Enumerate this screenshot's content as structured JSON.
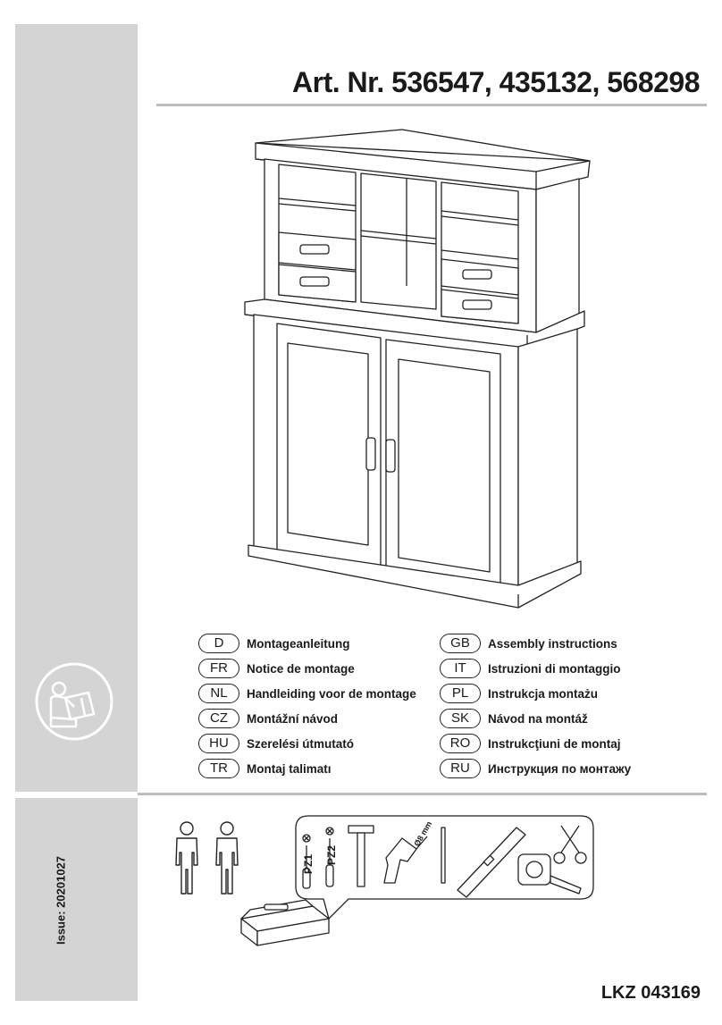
{
  "header": {
    "title": "Art. Nr. 536547, 435132, 568298"
  },
  "languages": [
    {
      "code": "D",
      "label": "Montageanleitung"
    },
    {
      "code": "FR",
      "label": "Notice de montage"
    },
    {
      "code": "NL",
      "label": "Handleiding voor de montage"
    },
    {
      "code": "CZ",
      "label": "Montážní návod"
    },
    {
      "code": "HU",
      "label": "Szerelési útmutató"
    },
    {
      "code": "TR",
      "label": "Montaj talimatı"
    },
    {
      "code": "GB",
      "label": "Assembly instructions"
    },
    {
      "code": "IT",
      "label": "Istruzioni di montaggio"
    },
    {
      "code": "PL",
      "label": "Instrukcja montażu"
    },
    {
      "code": "SK",
      "label": "Návod na montáž"
    },
    {
      "code": "RO",
      "label": "Instrukcţiuni de montaj"
    },
    {
      "code": "RU",
      "label": "Инструкция по монтажу"
    }
  ],
  "tools": {
    "screwdriver_1": "PZ1",
    "screwdriver_2": "PZ2",
    "drill_bit": "Ø8 mm"
  },
  "footer": {
    "issue": "Issue: 20201027",
    "code": "LKZ 043169"
  },
  "icons": [
    "read-manual-icon",
    "person-icon",
    "toolbox-icon",
    "screwdriver-icon",
    "hammer-icon",
    "drill-icon",
    "pencil-icon",
    "spirit-level-icon",
    "tape-measure-icon",
    "scissors-icon",
    "cross-icon"
  ]
}
